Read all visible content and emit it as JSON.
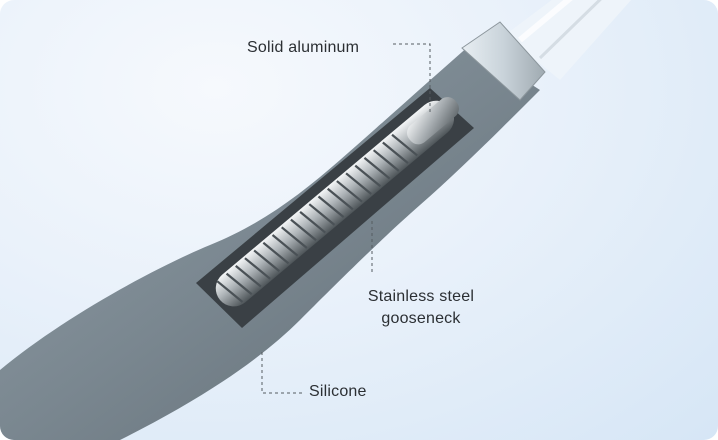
{
  "labels": {
    "solid_aluminum": "Solid aluminum",
    "stainless_line1": "Stainless steel",
    "stainless_line2": "gooseneck",
    "silicone": "Silicone"
  },
  "colors": {
    "background_light": "#f6f9fd",
    "background_blue": "#d6e6f6",
    "silicone_gray": "#7e8a92",
    "steel": "#c7ccd0",
    "text": "#2b2f33"
  }
}
